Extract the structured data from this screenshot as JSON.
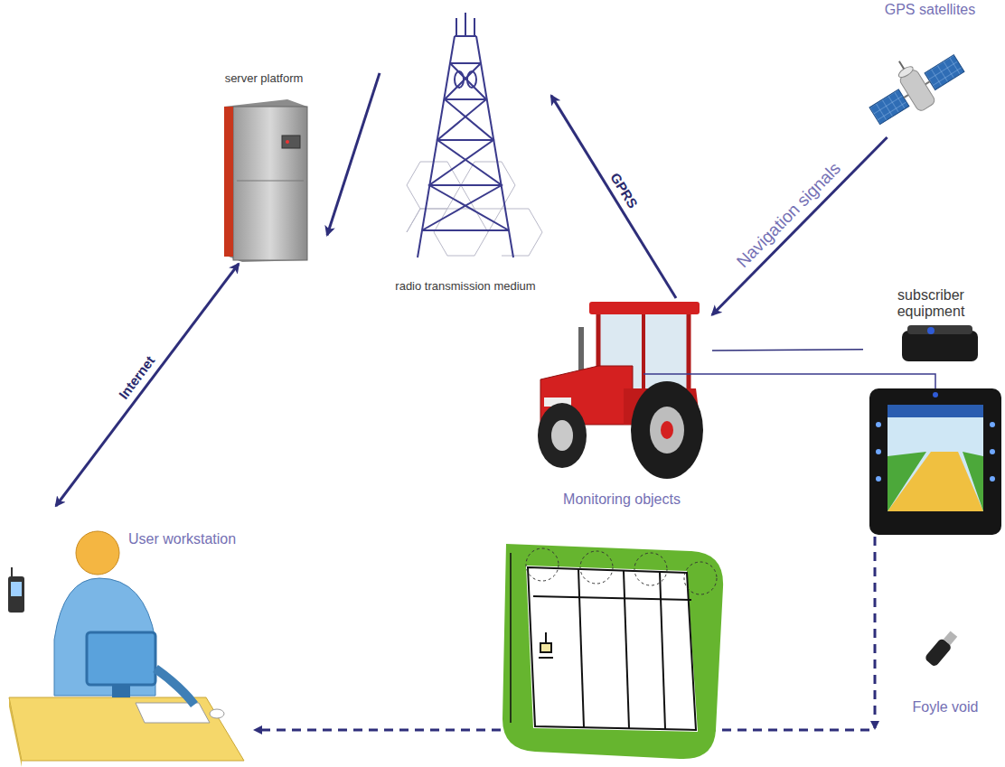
{
  "diagram": {
    "nodes": [
      {
        "text": [
          "GPS satellites"
        ]
      },
      {
        "text": [
          "server platform"
        ]
      },
      {
        "text": [
          "radio transmission medium"
        ]
      },
      {
        "text": [
          "subscriber equipment"
        ]
      },
      {
        "text": [
          "Monitoring objects"
        ]
      },
      {
        "text": [
          "User workstation"
        ]
      },
      {
        "text": [
          "Foyle void"
        ]
      }
    ],
    "edges": [
      {
        "from": 2,
        "to": 1,
        "arrow": "to"
      },
      {
        "from": 4,
        "to": 2,
        "label": "GPRS",
        "arrow": "to"
      },
      {
        "from": 0,
        "to": 4,
        "label": "Navigation signals",
        "arrow": "to"
      },
      {
        "from": 5,
        "to": 1,
        "label": "Internet",
        "arrow": "both"
      },
      {
        "from": 4,
        "to": 3,
        "arrow": "none"
      }
    ]
  }
}
